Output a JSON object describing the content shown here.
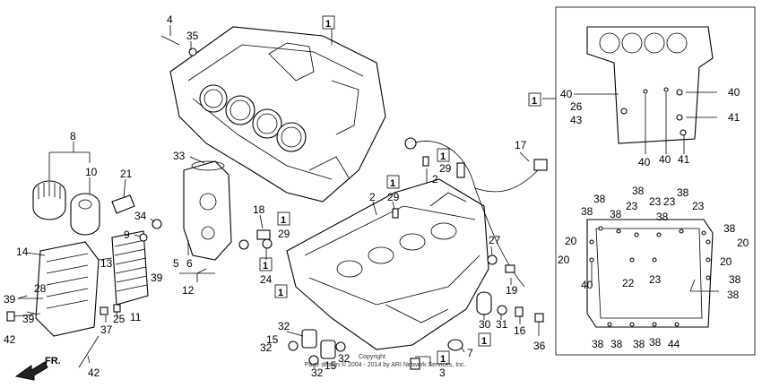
{
  "diagram": {
    "callouts": [
      "1",
      "2",
      "3",
      "4",
      "5",
      "6",
      "7",
      "8",
      "9",
      "10",
      "11",
      "12",
      "13",
      "14",
      "15",
      "16",
      "17",
      "18",
      "19",
      "20",
      "21",
      "22",
      "23",
      "24",
      "25",
      "26",
      "27",
      "28",
      "29",
      "30",
      "31",
      "32",
      "33",
      "34",
      "35",
      "36",
      "37",
      "38",
      "39",
      "40",
      "41",
      "42",
      "43",
      "44"
    ],
    "reference_box_label": "1",
    "front_arrow_label": "FR.",
    "copyright_line1": "Copyright",
    "copyright_line2": "Page design © 2004 - 2014 by ARI Network Services, Inc."
  }
}
